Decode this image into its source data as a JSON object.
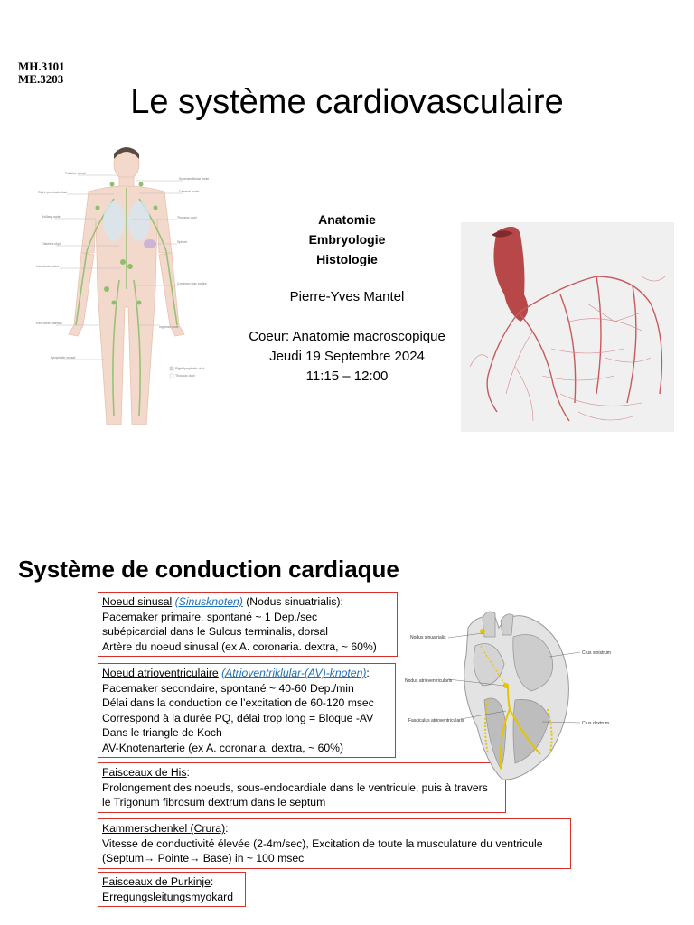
{
  "slide1": {
    "codes": [
      "MH.3101",
      "ME.3203"
    ],
    "title": "Le système cardiovasculaire",
    "subjects": [
      "Anatomie",
      "Embryologie",
      "Histologie"
    ],
    "author": "Pierre-Yves Mantel",
    "course": [
      "Coeur: Anatomie macroscopique",
      "Jeudi 19 Septembre 2024",
      "11:15 – 12:00"
    ],
    "lymph_labels": [
      "Palatine tonsil",
      "Right lymphatic duct",
      "Axillary node",
      "Cisterna chyli",
      "Intestinal nodes",
      "Red bone marrow",
      "Lymphatic vessel",
      "Submandibular node",
      "Cervical node",
      "Thoracic duct",
      "Spleen",
      "Common iliac nodes",
      "Inguinal node",
      "Right lymphatic duct",
      "Thoracic duct"
    ]
  },
  "slide2": {
    "title": "Système de conduction cardiaque",
    "boxes": [
      {
        "head_main": "Noeud sinusal",
        "head_ital": "(Sinusknoten)",
        "head_rest": "(Nodus sinuatrialis):",
        "lines": [
          "Pacemaker primaire, spontané ~ 1 Dep./sec",
          "subépicardial dans le Sulcus terminalis, dorsal",
          "Artère du noeud sinusal (ex A. coronaria. dextra, ~ 60%)"
        ]
      },
      {
        "head_main": "Noeud atrioventriculaire",
        "head_ital": "(Atrioventriklular-(AV)-knoten)",
        "head_rest": ":",
        "lines": [
          "Pacemaker secondaire, spontané ~ 40-60 Dep./min",
          "Délai dans la conduction de l’excitation de 60-120 msec",
          "Correspond à la durée PQ, délai trop long = Bloque -AV",
          "Dans le triangle de Koch",
          "AV-Knotenarterie (ex A. coronaria. dextra, ~ 60%)"
        ]
      },
      {
        "head_main": "Faisceaux de His",
        "head_ital": "",
        "head_rest": ":",
        "lines": [
          "Prolongement des noeuds, sous-endocardiale dans le ventricule, puis à travers",
          "le Trigonum fibrosum dextrum dans le septum"
        ]
      },
      {
        "head_main": "Kammerschenkel (Crura)",
        "head_ital": "",
        "head_rest": ":",
        "lines": [
          "Vitesse de conductivité élevée (2-4m/sec), Excitation de toute la musculature du ventricule",
          "(Septum→ Pointe→ Base) in ~ 100 msec"
        ]
      },
      {
        "head_main": "Faisceaux de Purkinje",
        "head_ital": "",
        "head_rest": ":",
        "lines": [
          "Erregungsleitungsmyokard"
        ]
      }
    ],
    "diagram_labels": {
      "sa": "Nodus sinuatrialis",
      "av": "Nodus atrioventricularis",
      "bundle": "Fasciculus atrioventricularis",
      "crus_sin": "Crus sinistrum",
      "crus_dex": "Crus dextrum"
    }
  }
}
